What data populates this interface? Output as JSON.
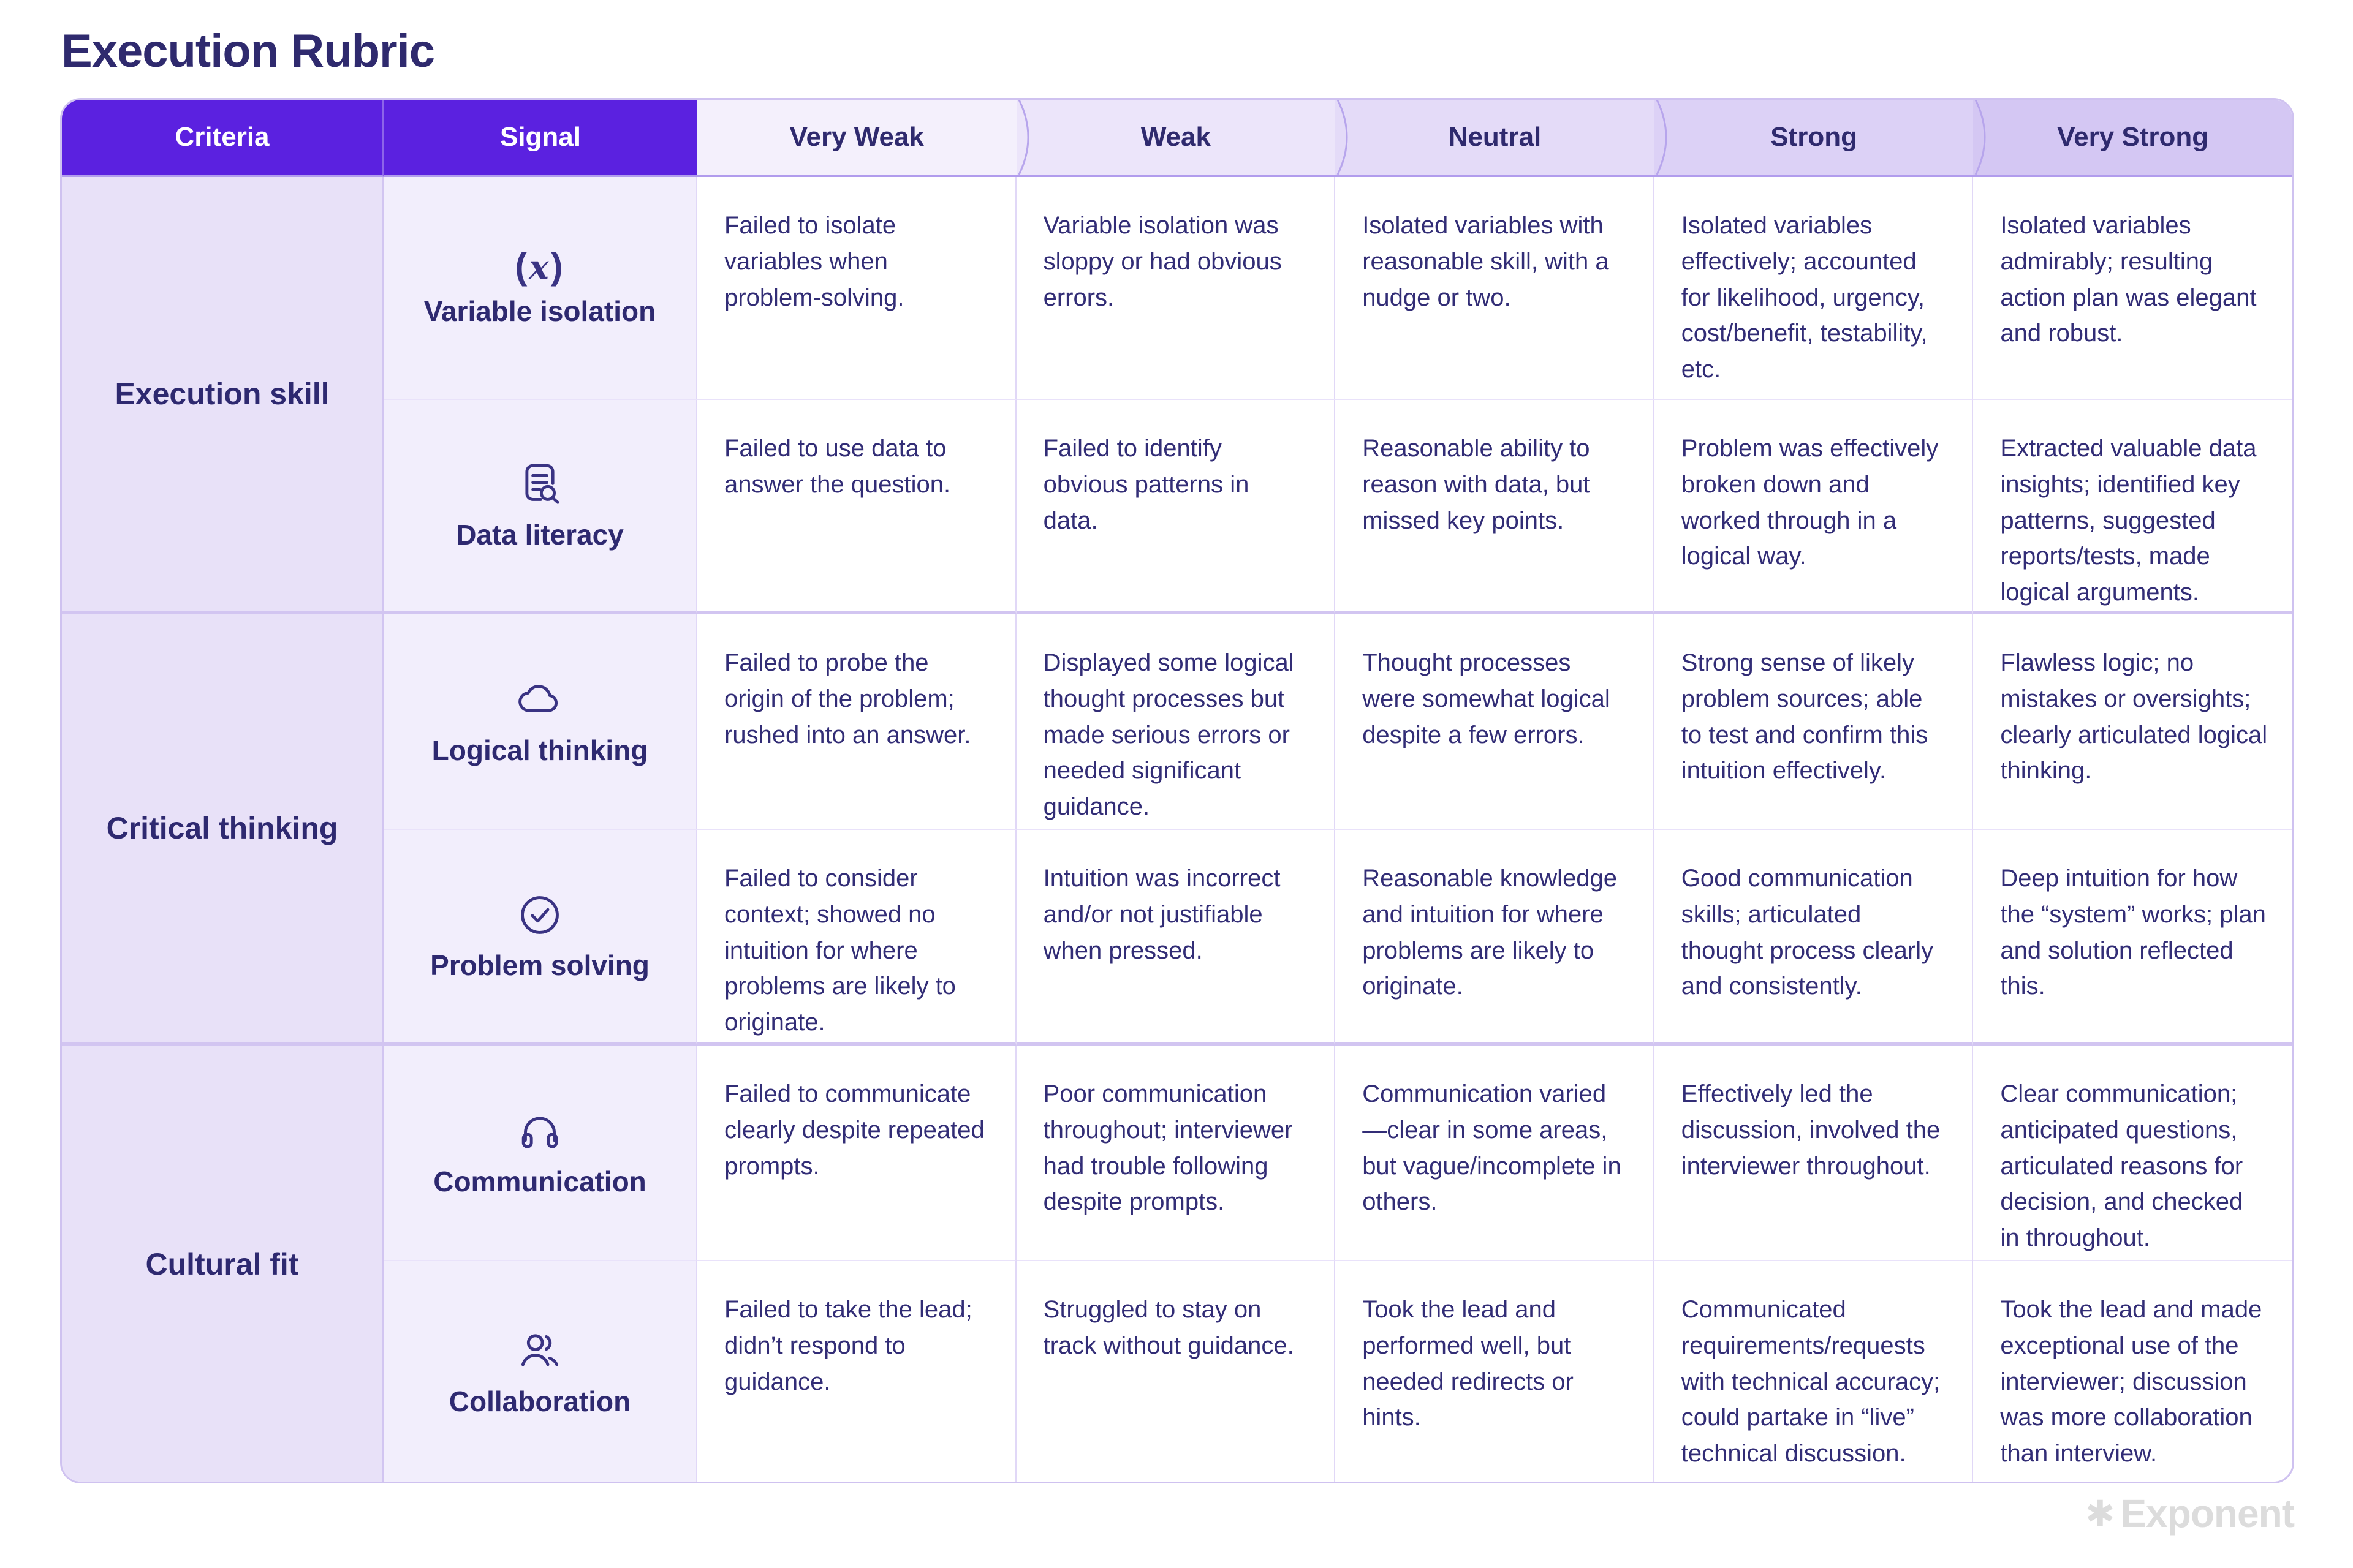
{
  "page": {
    "title": "Execution Rubric",
    "watermark": "Exponent",
    "watermark_icon": "✱"
  },
  "table": {
    "criteria_header": "Criteria",
    "signal_header": "Signal",
    "scale_headers": [
      "Very Weak",
      "Weak",
      "Neutral",
      "Strong",
      "Very Strong"
    ],
    "groups": [
      {
        "criteria": "Execution skill",
        "rows": [
          {
            "signal": "Variable isolation",
            "icon": "function-x-icon",
            "levels": [
              "Failed to isolate variables when problem-solving.",
              "Variable isolation was sloppy or had obvious errors.",
              "Isolated variables with reasonable skill, with a nudge or two.",
              "Isolated variables effectively; accounted for likelihood, urgency, cost/benefit, testability, etc.",
              "Isolated variables admirably; resulting action plan was elegant and robust."
            ]
          },
          {
            "signal": "Data literacy",
            "icon": "document-search-icon",
            "levels": [
              "Failed to use data to answer the question.",
              "Failed to identify obvious patterns in data.",
              "Reasonable ability to reason with data, but missed key points.",
              "Problem was effectively broken down and worked through in a logical way.",
              "Extracted valuable data insights; identified key patterns, suggested reports/tests, made logical arguments."
            ]
          }
        ]
      },
      {
        "criteria": "Critical thinking",
        "rows": [
          {
            "signal": "Logical thinking",
            "icon": "cloud-icon",
            "levels": [
              "Failed to probe the origin of the problem; rushed into an answer.",
              "Displayed some logical thought processes but made serious errors or needed significant guidance.",
              "Thought processes were somewhat logical despite a few errors.",
              "Strong sense of likely problem sources; able to test and confirm this intuition effectively.",
              "Flawless logic; no mistakes or oversights; clearly articulated logical thinking."
            ]
          },
          {
            "signal": "Problem solving",
            "icon": "check-circle-icon",
            "levels": [
              "Failed to consider context; showed no intuition for where problems are likely to originate.",
              "Intuition was incorrect and/or not justifiable when pressed.",
              "Reasonable knowledge and intuition for where problems are likely to originate.",
              "Good communication skills; articulated thought process clearly and consistently.",
              "Deep intuition for how the “system” works; plan and solution reflected this."
            ]
          }
        ]
      },
      {
        "criteria": "Cultural fit",
        "rows": [
          {
            "signal": "Communication",
            "icon": "headphones-icon",
            "levels": [
              "Failed to communicate clearly despite repeated prompts.",
              "Poor communication throughout; interviewer had trouble following despite prompts.",
              "Communication varied—clear in some areas, but vague/incomplete in others.",
              "Effectively led the discussion, involved the interviewer throughout.",
              "Clear communication; anticipated questions, articulated reasons for decision, and checked in throughout."
            ]
          },
          {
            "signal": "Collaboration",
            "icon": "people-icon",
            "levels": [
              "Failed to take the lead; didn’t respond to guidance.",
              "Struggled to stay on track without guidance.",
              "Took the lead and performed well, but needed redirects or hints.",
              "Communicated requirements/requests with technical accuracy; could partake in “live” technical discussion.",
              "Took the lead and made exceptional use of the interviewer; discussion was more collaboration than interview."
            ]
          }
        ]
      }
    ]
  },
  "theme": {
    "purple": "#5b21e0",
    "header_text": "#2f2a6e",
    "ink": "#322d76",
    "ink_strong": "#2e2970",
    "icon": "#3a3383",
    "criteria_bg": "#e8e1f8",
    "signal_bg": "#f2eefc",
    "cell_bg": "#ffffff",
    "line": "#e1d8f7",
    "line_light": "#e9e2fa",
    "line_strong": "#d2c5f1",
    "header_underline": "#b19ced",
    "chevron": "#b7a5ec",
    "outer_border": "#cfc2f0",
    "watermark_gray": "#dcdcdc",
    "scale_shades": [
      "#f4f0fc",
      "#ece5fa",
      "#e4dbf8",
      "#dcd1f6",
      "#d4c7f3"
    ]
  }
}
